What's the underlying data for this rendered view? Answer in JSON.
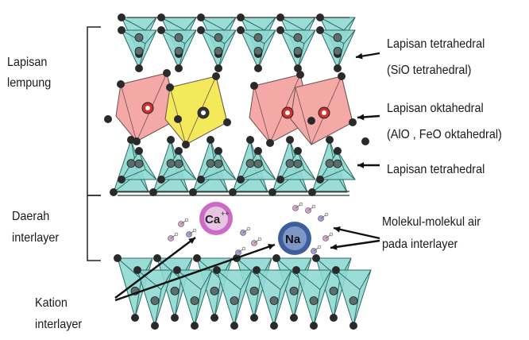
{
  "labels": {
    "clay_layer": [
      "Lapisan",
      "lempung"
    ],
    "interlayer_region": [
      "Daerah",
      "interlayer"
    ],
    "cation_interlayer": [
      "Kation",
      "interlayer"
    ],
    "tetrahedral_top": [
      "Lapisan tetrahedral",
      "(SiO  tetrahedral)"
    ],
    "octahedral": [
      "Lapisan oktahedral",
      "(AlO  , FeO   oktahedral)"
    ],
    "tetrahedral_bottom": [
      "Lapisan tetrahedral"
    ],
    "water_molecules": [
      "Molekul-molekul air",
      "pada interlayer"
    ]
  },
  "ions": {
    "calcium": "Ca",
    "calcium_charge": "++",
    "sodium": "Na"
  },
  "colors": {
    "tetrahedra": "#8fd8d2",
    "tetrahedra_edge": "#2f6b68",
    "octahedra_pink": "#f4a9a6",
    "octahedra_yellow": "#f3e95a",
    "atom_dark": "#2a2a2a",
    "calcium_ion": "#c85ac0",
    "sodium_ion": "#3d5e9c",
    "water_pink": "#d9a3d0",
    "water_lavender": "#b09ad6",
    "arrow": "#111111"
  }
}
